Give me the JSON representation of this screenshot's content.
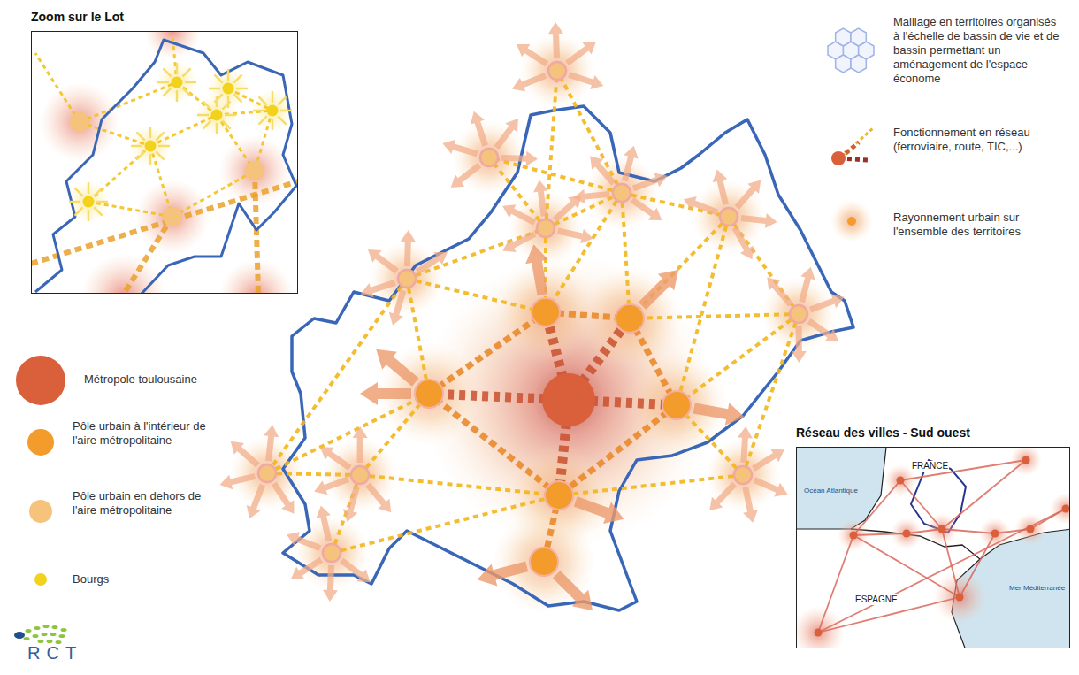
{
  "diagram": {
    "nodes": [
      {
        "text": [
          "Zoom sur le Lot"
        ]
      },
      {
        "text": [
          "Réseau des villes - Sud ouest"
        ]
      }
    ],
    "labels": [
      "Océan Atlantique",
      "FRANCE",
      "ESPAGNE",
      "Mer Méditerranée",
      "RCT"
    ],
    "legend": [
      {
        "text": "Maillage en territoires organisés à l'échelle de bassin de vie et de bassin permettant un aménagement de l'espace économe"
      },
      {
        "text": "Fonctionnement en réseau (ferroviaire, route, TIC,...)"
      },
      {
        "text": "Rayonnement urbain sur l'ensemble des territoires"
      },
      {
        "text": "Métropole toulousaine",
        "color": "#d9603b"
      },
      {
        "text": "Pôle urbain à l'intérieur de l'aire métropolitaine",
        "color": "#f39c2b"
      },
      {
        "text": "Pôle urbain en dehors de l'aire métropolitaine",
        "color": "#f6c37d"
      },
      {
        "text": "Bourgs",
        "color": "#f2d21b"
      }
    ]
  }
}
